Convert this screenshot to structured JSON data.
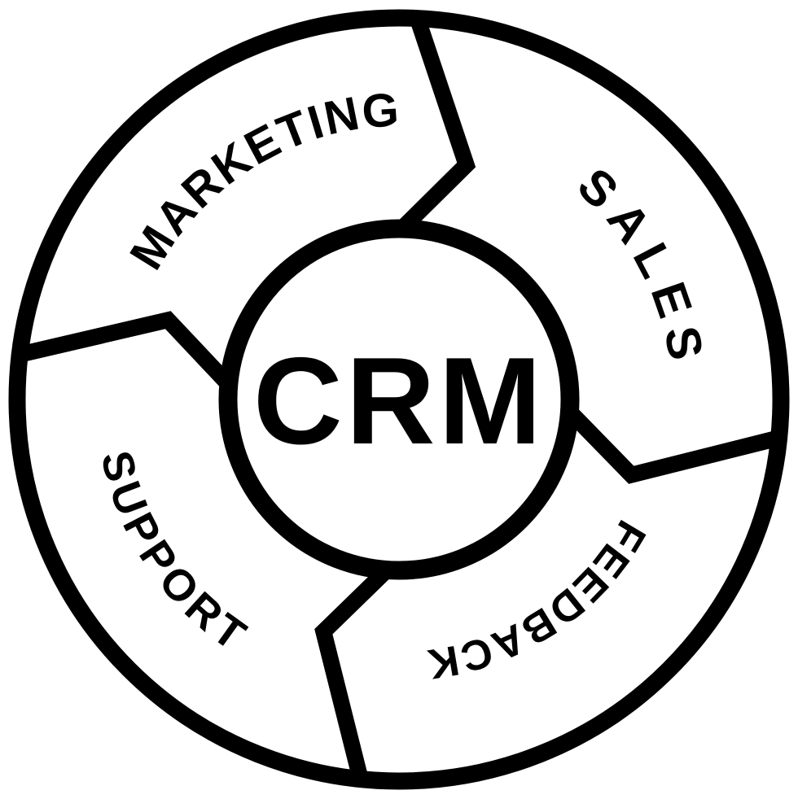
{
  "page": {
    "background": "#ffffff"
  },
  "diagram": {
    "type": "cycle-wheel",
    "center_label": "CRM",
    "flow_direction": "clockwise",
    "segments": [
      {
        "label": "MARKETING",
        "position": "top-left"
      },
      {
        "label": "SALES",
        "position": "top-right"
      },
      {
        "label": "FEEDBACK",
        "position": "bottom-right"
      },
      {
        "label": "SUPPORT",
        "position": "bottom-left"
      }
    ],
    "colors": {
      "ink": "#000000",
      "background": "#ffffff"
    }
  }
}
